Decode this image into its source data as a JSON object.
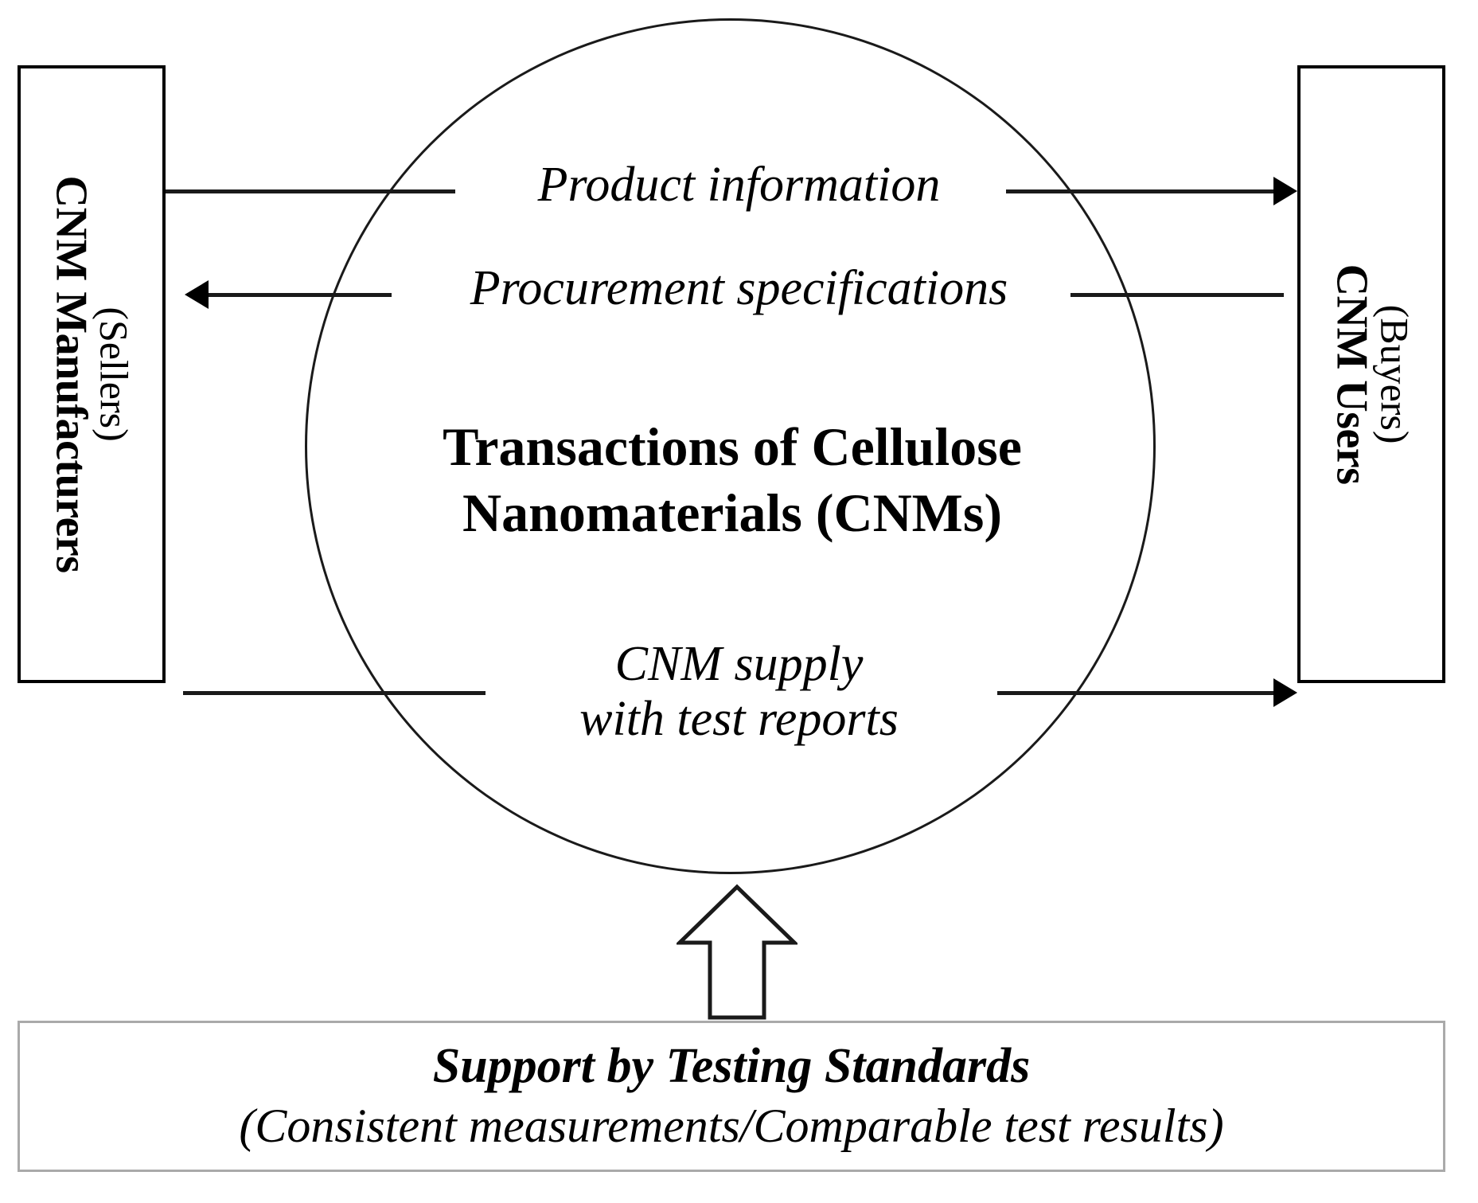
{
  "diagram": {
    "title_center": {
      "line1": "Transactions of Cellulose",
      "line2": "Nanomaterials (CNMs)"
    },
    "left_box": {
      "title": "CNM Manufacturers",
      "subtitle": "(Sellers)"
    },
    "right_box": {
      "title": "CNM Users",
      "subtitle": "(Buyers)"
    },
    "flows": [
      {
        "id": "product-information",
        "label": "Product information",
        "direction": "left-to-right"
      },
      {
        "id": "procurement-specifications",
        "label": "Procurement specifications",
        "direction": "right-to-left"
      },
      {
        "id": "cnm-supply",
        "label_line1": "CNM supply",
        "label_line2": "with test reports",
        "direction": "left-to-right"
      }
    ],
    "bottom_box": {
      "title": "Support by Testing Standards",
      "subtitle": "(Consistent measurements/Comparable test results)"
    },
    "icons": {
      "up_arrow": "hollow-up-arrow-icon",
      "circle": "circle-outline"
    },
    "colors": {
      "stroke": "#000000",
      "thin_stroke": "#1a1a1a",
      "bottom_border": "#aaaaaa",
      "background": "#ffffff"
    }
  }
}
